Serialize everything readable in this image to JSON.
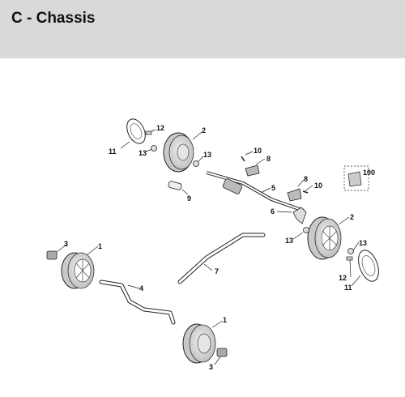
{
  "header": {
    "title": "C - Chassis"
  },
  "callouts": [
    {
      "id": "c-11-top",
      "label": "11"
    },
    {
      "id": "c-12-top",
      "label": "12"
    },
    {
      "id": "c-13-top-left",
      "label": "13"
    },
    {
      "id": "c-2-top",
      "label": "2"
    },
    {
      "id": "c-13-top-right",
      "label": "13"
    },
    {
      "id": "c-10-top",
      "label": "10"
    },
    {
      "id": "c-8-top",
      "label": "8"
    },
    {
      "id": "c-5",
      "label": "5"
    },
    {
      "id": "c-9",
      "label": "9"
    },
    {
      "id": "c-8-mid",
      "label": "8"
    },
    {
      "id": "c-10-mid",
      "label": "10"
    },
    {
      "id": "c-100",
      "label": "100"
    },
    {
      "id": "c-6",
      "label": "6"
    },
    {
      "id": "c-2-right",
      "label": "2"
    },
    {
      "id": "c-13-right-left",
      "label": "13"
    },
    {
      "id": "c-13-right",
      "label": "13"
    },
    {
      "id": "c-12-right",
      "label": "12"
    },
    {
      "id": "c-11-right",
      "label": "11"
    },
    {
      "id": "c-3-left",
      "label": "3"
    },
    {
      "id": "c-1-left",
      "label": "1"
    },
    {
      "id": "c-7",
      "label": "7"
    },
    {
      "id": "c-4",
      "label": "4"
    },
    {
      "id": "c-1-bottom",
      "label": "1"
    },
    {
      "id": "c-3-bottom",
      "label": "3"
    }
  ]
}
